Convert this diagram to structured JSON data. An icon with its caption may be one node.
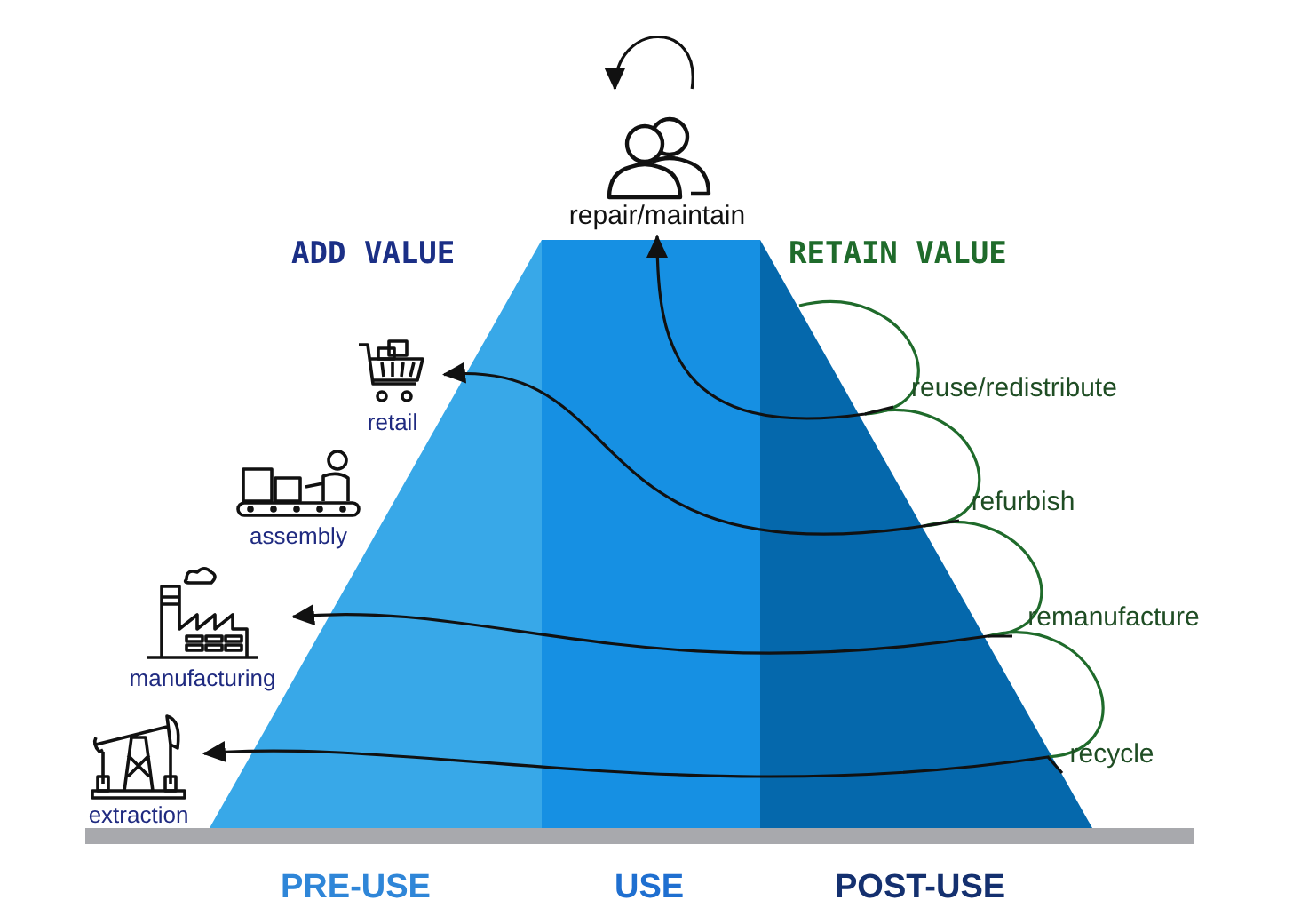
{
  "diagram": {
    "nodes": [
      {
        "text": [
          "repair/maintain"
        ]
      },
      {
        "text": [
          "retail"
        ]
      },
      {
        "text": [
          "assembly"
        ]
      },
      {
        "text": [
          "manufacturing"
        ]
      },
      {
        "text": [
          "extraction"
        ]
      },
      {
        "text": [
          "reuse/redistribute"
        ]
      },
      {
        "text": [
          "refurbish"
        ]
      },
      {
        "text": [
          "remanufacture"
        ]
      },
      {
        "text": [
          "recycle"
        ]
      }
    ],
    "edges": [
      {
        "from": 0,
        "to": 0,
        "arrow": "to"
      },
      {
        "from": 5,
        "to": 0,
        "arrow": "to"
      },
      {
        "from": 6,
        "to": 1,
        "arrow": "to"
      },
      {
        "from": 7,
        "to": 3,
        "arrow": "to"
      },
      {
        "from": 8,
        "to": 4,
        "arrow": "to"
      }
    ],
    "labels": [
      "ADD VALUE",
      "RETAIN VALUE",
      "PRE-USE",
      "USE",
      "POST-USE"
    ]
  }
}
